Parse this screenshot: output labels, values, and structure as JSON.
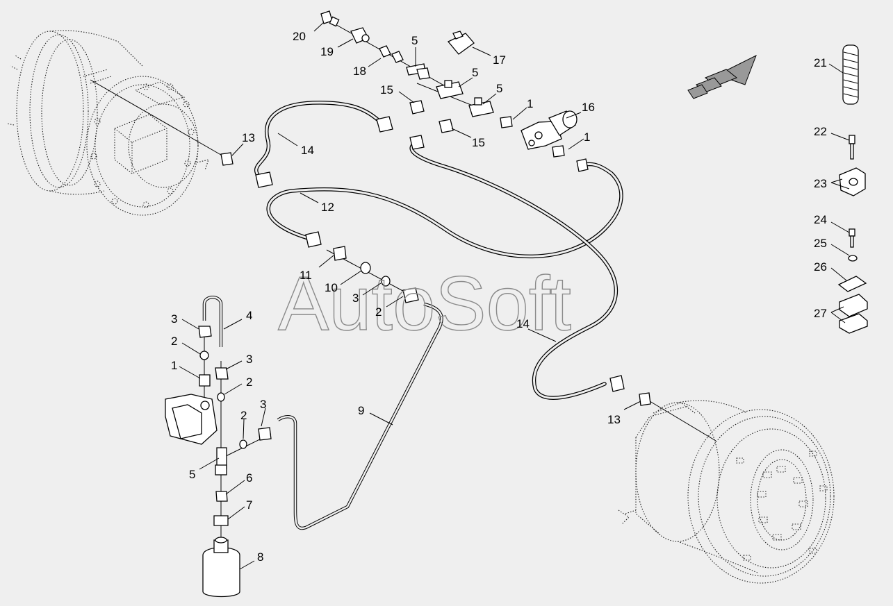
{
  "watermark": "AutoSoft",
  "callouts": [
    {
      "id": "c20",
      "text": "20"
    },
    {
      "id": "c19",
      "text": "19"
    },
    {
      "id": "c18",
      "text": "18"
    },
    {
      "id": "c5a",
      "text": "5"
    },
    {
      "id": "c17",
      "text": "17"
    },
    {
      "id": "c5b",
      "text": "5"
    },
    {
      "id": "c15a",
      "text": "15"
    },
    {
      "id": "c5c",
      "text": "5"
    },
    {
      "id": "c1a",
      "text": "1"
    },
    {
      "id": "c16",
      "text": "16"
    },
    {
      "id": "c15b",
      "text": "15"
    },
    {
      "id": "c1b",
      "text": "1"
    },
    {
      "id": "c13a",
      "text": "13"
    },
    {
      "id": "c14a",
      "text": "14"
    },
    {
      "id": "c12",
      "text": "12"
    },
    {
      "id": "c11",
      "text": "11"
    },
    {
      "id": "c10",
      "text": "10"
    },
    {
      "id": "c3a",
      "text": "3"
    },
    {
      "id": "c2a",
      "text": "2"
    },
    {
      "id": "c14b",
      "text": "14"
    },
    {
      "id": "c13b",
      "text": "13"
    },
    {
      "id": "c9",
      "text": "9"
    },
    {
      "id": "c3b",
      "text": "3"
    },
    {
      "id": "c4",
      "text": "4"
    },
    {
      "id": "c2b",
      "text": "2"
    },
    {
      "id": "c1c",
      "text": "1"
    },
    {
      "id": "c3c",
      "text": "3"
    },
    {
      "id": "c2c",
      "text": "2"
    },
    {
      "id": "c3d",
      "text": "3"
    },
    {
      "id": "c2d",
      "text": "2"
    },
    {
      "id": "c5d",
      "text": "5"
    },
    {
      "id": "c6",
      "text": "6"
    },
    {
      "id": "c7",
      "text": "7"
    },
    {
      "id": "c8",
      "text": "8"
    },
    {
      "id": "c21",
      "text": "21"
    },
    {
      "id": "c22",
      "text": "22"
    },
    {
      "id": "c23",
      "text": "23"
    },
    {
      "id": "c24",
      "text": "24"
    },
    {
      "id": "c25",
      "text": "25"
    },
    {
      "id": "c26",
      "text": "26"
    },
    {
      "id": "c27",
      "text": "27"
    }
  ]
}
